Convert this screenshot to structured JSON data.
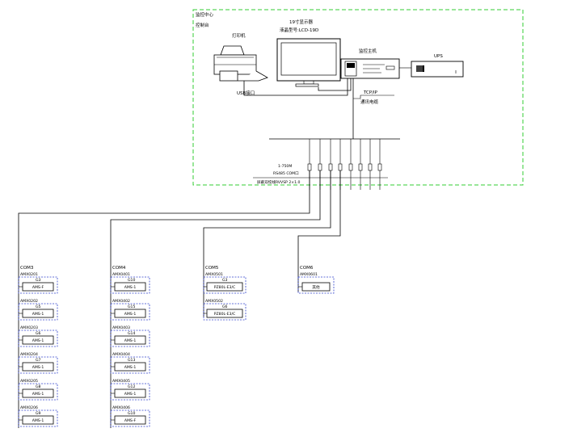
{
  "room": {
    "title": "监控中心",
    "subtitle": "控制台"
  },
  "devices": {
    "printer": "打印机",
    "monitor_title": "19寸显示器",
    "monitor_model": "液晶型号:LCD-19D",
    "host": "监控主机",
    "ups": "UPS",
    "usb": "USB接口",
    "network_line1": "TCP/IP",
    "network_line2": "通讯电缆"
  },
  "bus": {
    "breaker_label": "1-750M",
    "rs485_label": "RS485 COM口",
    "cable_label": "屏蔽双绞线RVVSP 2×1.0"
  },
  "columns": [
    {
      "com": "COM3",
      "modules": [
        {
          "addr": "AMX0201",
          "device": "G3",
          "meter": "AMS-F"
        },
        {
          "addr": "AMX0202",
          "device": "G5",
          "meter": "AMS-1"
        },
        {
          "addr": "AMX0203",
          "device": "G6",
          "meter": "AMS-1"
        },
        {
          "addr": "AMX0204",
          "device": "G7",
          "meter": "AMS-1"
        },
        {
          "addr": "AMX0205",
          "device": "G8",
          "meter": "AMS-1"
        },
        {
          "addr": "AMX0206",
          "device": "G9",
          "meter": "AMS-1"
        }
      ]
    },
    {
      "com": "COM4",
      "modules": [
        {
          "addr": "AMX0401",
          "device": "G10",
          "meter": "AMS-1"
        },
        {
          "addr": "AMX0402",
          "device": "G15",
          "meter": "AMS-1"
        },
        {
          "addr": "AMX0403",
          "device": "G14",
          "meter": "AMS-1"
        },
        {
          "addr": "AMX0404",
          "device": "G13",
          "meter": "AMS-1"
        },
        {
          "addr": "AMX0405",
          "device": "G12",
          "meter": "AMS-1"
        },
        {
          "addr": "AMX0406",
          "device": "G10",
          "meter": "AMS-F"
        }
      ]
    },
    {
      "com": "COM5",
      "modules": [
        {
          "addr": "AMX0501",
          "device": "G3",
          "meter": "PZ80L-E3/C"
        },
        {
          "addr": "AMX0502",
          "device": "G6",
          "meter": "PZ80L-E3/C"
        }
      ]
    },
    {
      "com": "COM6",
      "modules": [
        {
          "addr": "AMX0601",
          "device": "",
          "meter": "其他"
        }
      ]
    }
  ],
  "colors": {
    "dashed_green": "#33cc33",
    "dashed_blue": "#3344cc",
    "line": "#000000"
  }
}
